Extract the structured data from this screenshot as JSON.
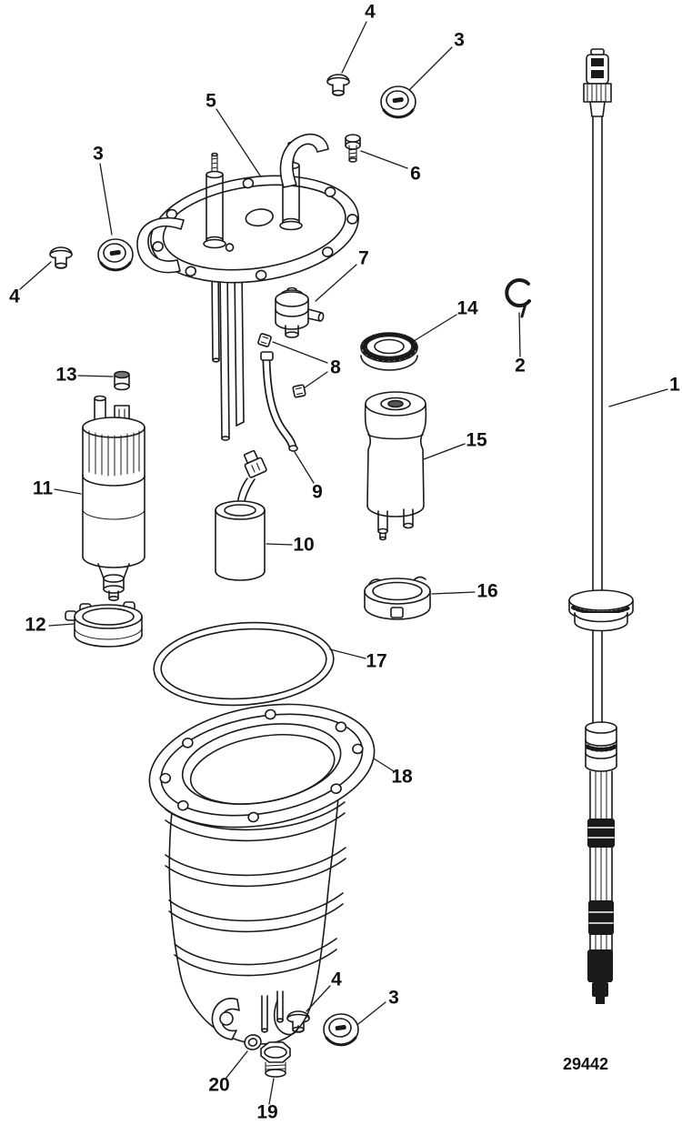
{
  "diagram": {
    "type": "exploded_parts_diagram",
    "drawing_number": "29442",
    "colors": {
      "line": "#1a1a1a",
      "background": "#ffffff"
    },
    "callouts": [
      {
        "label": "4"
      },
      {
        "label": "3"
      },
      {
        "label": "5"
      },
      {
        "label": "6"
      },
      {
        "label": "3"
      },
      {
        "label": "4"
      },
      {
        "label": "7"
      },
      {
        "label": "14"
      },
      {
        "label": "2"
      },
      {
        "label": "1"
      },
      {
        "label": "8"
      },
      {
        "label": "13"
      },
      {
        "label": "15"
      },
      {
        "label": "11"
      },
      {
        "label": "9"
      },
      {
        "label": "10"
      },
      {
        "label": "16"
      },
      {
        "label": "12"
      },
      {
        "label": "17"
      },
      {
        "label": "18"
      },
      {
        "label": "4"
      },
      {
        "label": "3"
      },
      {
        "label": "20"
      },
      {
        "label": "19"
      }
    ]
  }
}
